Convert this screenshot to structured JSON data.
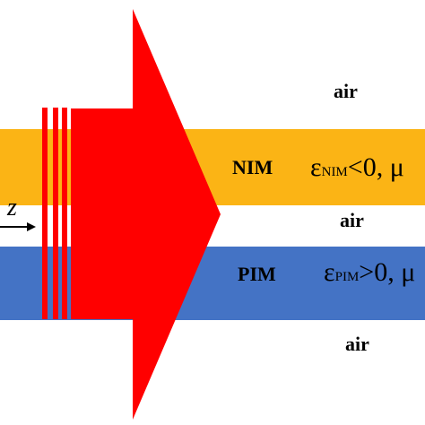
{
  "labels": {
    "air_top": "air",
    "air_middle": "air",
    "air_bottom": "air",
    "nim": "NIM",
    "pim": "PIM",
    "z_axis": "z"
  },
  "formulas": {
    "nim": {
      "epsilon": "ε",
      "subscript": "NIM",
      "relation": "<0, μ"
    },
    "pim": {
      "epsilon": "ε",
      "subscript": "PIM",
      "relation": ">0, μ"
    }
  },
  "colors": {
    "nim_layer": "#fbb415",
    "pim_layer": "#4473c5",
    "beam": "#ff0000",
    "background": "#ffffff"
  },
  "icons": {
    "beam": "red-arrow-beam",
    "z_axis": "arrow-right"
  }
}
